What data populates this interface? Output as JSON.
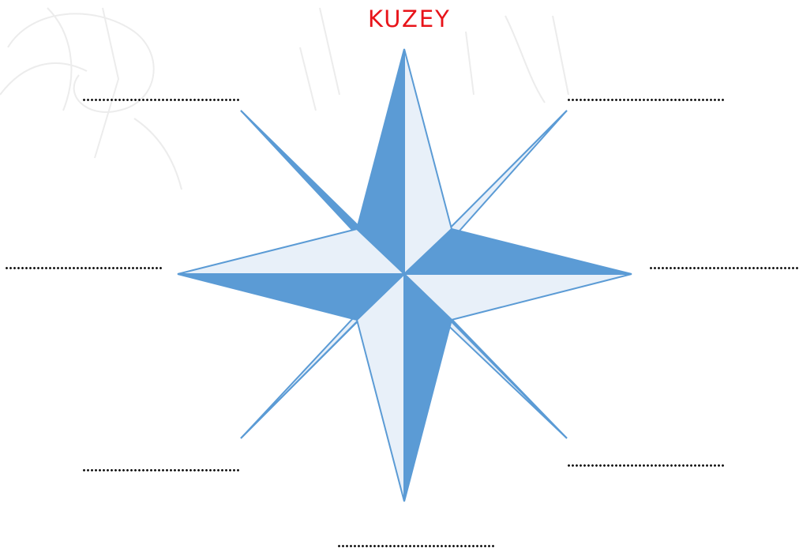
{
  "compass": {
    "north_label": "KUZEY",
    "north_label_color": "#e8141a",
    "dark_color": "#5b9bd5",
    "light_color": "#e8f0f9"
  },
  "blanks": [
    {
      "position": "north-west",
      "text": ""
    },
    {
      "position": "north-east",
      "text": ""
    },
    {
      "position": "west",
      "text": ""
    },
    {
      "position": "east",
      "text": ""
    },
    {
      "position": "south-west",
      "text": ""
    },
    {
      "position": "south-east",
      "text": ""
    },
    {
      "position": "south",
      "text": ""
    }
  ]
}
